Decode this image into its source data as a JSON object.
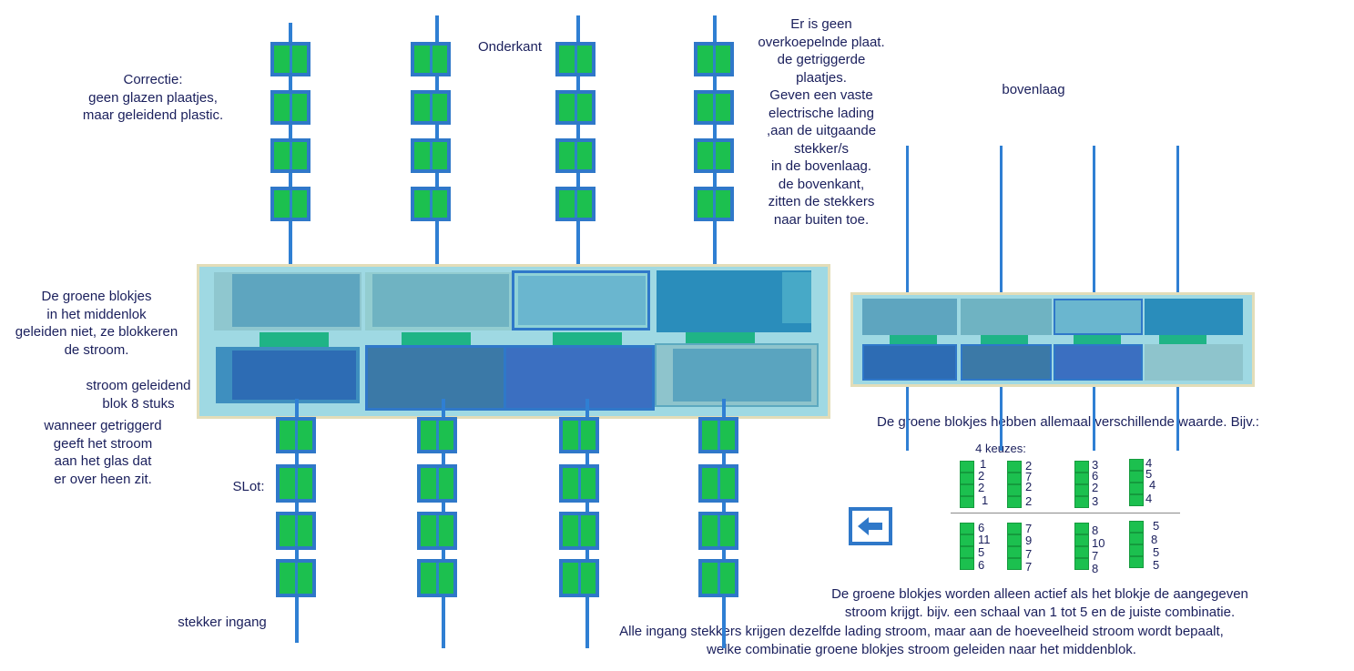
{
  "labels": {
    "correctie": "Correctie:\ngeen glazen plaatjes,\nmaar geleidend plastic.",
    "onderkant": "Onderkant",
    "geen_plaat": "Er is geen\noverkoepelnde plaat.\nde getriggerde\nplaatjes.\nGeven een vaste\nelectrische lading\n,aan de uitgaande\nstekker/s\nin de bovenlaag.\nde bovenkant,\nzitten de stekkers\nnaar buiten toe.",
    "bovenlaag": "bovenlaag",
    "groene_blokjes": "De groene blokjes\nin het middenlok\ngeleiden niet, ze blokkeren\nde stroom.",
    "stroom_geleidend": "stroom geleidend\nblok 8 stuks",
    "wanneer": "wanneer getriggerd\ngeeft het stroom\naan het glas dat\ner over heen zit.",
    "slot": "SLot:",
    "stekker_ingang": "stekker ingang",
    "waarde": "De groene blokjes hebben allemaal verschillende waarde. Bijv.:",
    "keuzes": "4 keuzes:",
    "actief": "De groene blokjes worden alleen actief als het blokje de aangegeven\nstroom krijgt. bijv. een schaal van 1 tot 5 en de juiste combinatie.",
    "ingang": "Alle ingang stekkers krijgen dezelfde lading stroom, maar aan de hoeveelheid stroom wordt bepaalt,\nwelke combinatie groene blokjes stroom geleiden naar het middenblok."
  },
  "combinations_top": [
    [
      "1",
      "2",
      "2",
      "1"
    ],
    [
      "2",
      "7",
      "2",
      "2"
    ],
    [
      "3",
      "6",
      "2",
      "3"
    ],
    [
      "4",
      "5",
      "4",
      "4"
    ]
  ],
  "combinations_bottom": [
    [
      "6",
      "11",
      "5",
      "6"
    ],
    [
      "7",
      "9",
      "7",
      "7"
    ],
    [
      "8",
      "10",
      "7",
      "8"
    ],
    [
      "5",
      "8",
      "5",
      "5"
    ]
  ],
  "icons": {
    "back": "left-arrow-icon"
  },
  "colors": {
    "wire": "#2f7fd3",
    "green_block": "#1cc04f",
    "block_border": "#2f78c9",
    "panel_bg": "#9fd9e3",
    "text": "#1a1f5c"
  }
}
